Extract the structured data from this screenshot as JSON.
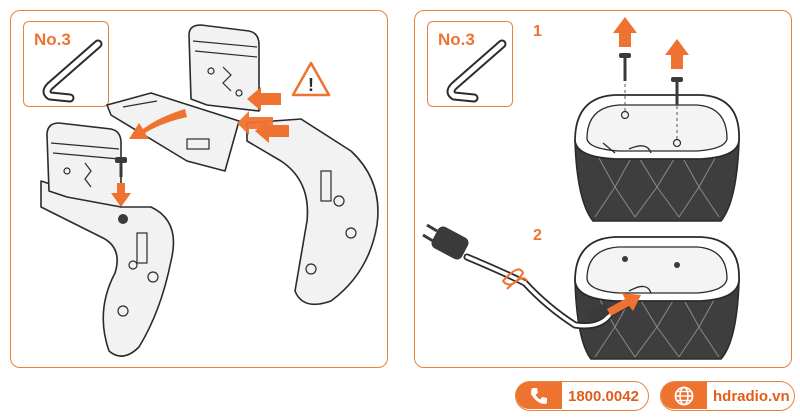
{
  "colors": {
    "accent": "#ee7330",
    "border": "#e8823c",
    "line": "#2b2b2b",
    "fill_light": "#f2f2f2",
    "fill_dark": "#3a3a3a"
  },
  "icons": [
    "hex-key-icon",
    "warning-icon",
    "phone-icon",
    "globe-icon",
    "screw-icon",
    "arrow-icon",
    "power-plug-icon"
  ],
  "left_panel": {
    "tool_label": "No.3",
    "warning_symbol": "!"
  },
  "right_panel": {
    "tool_label": "No.3",
    "steps": [
      {
        "number": "1"
      },
      {
        "number": "2"
      }
    ]
  },
  "footer": {
    "phone": "1800.0042",
    "website": "hdradio.vn"
  }
}
